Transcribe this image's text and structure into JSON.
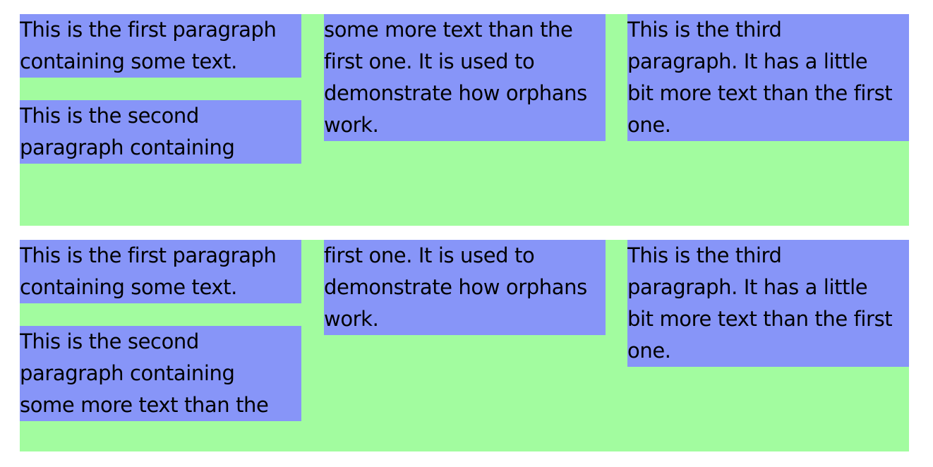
{
  "colors": {
    "container_bg": "#a2fc9f",
    "paragraph_bg": "#8795f8",
    "page_bg": "#ffffff"
  },
  "blocks": [
    {
      "col1_p1": "This is the first paragraph\ncontaining some text.",
      "col1_p2": "This is the second\nparagraph containing",
      "col2_p1": "some more text than the\nfirst one. It is used to\ndemonstrate how orphans\nwork.",
      "col3_p1": "This is the third\nparagraph. It has a little\nbit more text than the first\none."
    },
    {
      "col1_p1": "This is the first paragraph\ncontaining some text.",
      "col1_p2": "This is the second\nparagraph containing\nsome more text than the",
      "col2_p1": "first one. It is used to\ndemonstrate how orphans\nwork.",
      "col3_p1": "This is the third\nparagraph. It has a little\nbit more text than the first\none."
    }
  ]
}
